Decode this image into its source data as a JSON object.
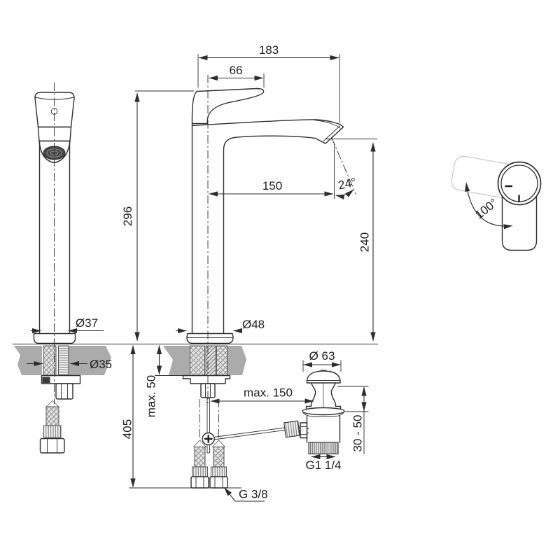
{
  "drawing": {
    "title": "single-lever vessel basin mixer with pop-up waste - dimensional drawing",
    "colors": {
      "line": "#2d2d2d",
      "counter": "#ababab",
      "ghost": "#c7c7c7",
      "bg": "#ffffff"
    },
    "front_view": {
      "body_diameter": "Ø37",
      "hole_diameter": "Ø35",
      "height": "296"
    },
    "side_view": {
      "overall_reach": "183",
      "handle_length": "66",
      "spout_reach": "150",
      "spout_angle": "24°",
      "outlet_height": "240",
      "base_diameter": "Ø48",
      "deck_max": "max. 50",
      "below_deck_height": "405",
      "rod_reach": "max. 150",
      "supply_thread": "G 3/8"
    },
    "waste_view": {
      "cap_diameter": "Ø 63",
      "height_range": "30 - 50",
      "thread": "G1 1/4"
    },
    "top_view": {
      "handle_angle": "100°"
    }
  }
}
